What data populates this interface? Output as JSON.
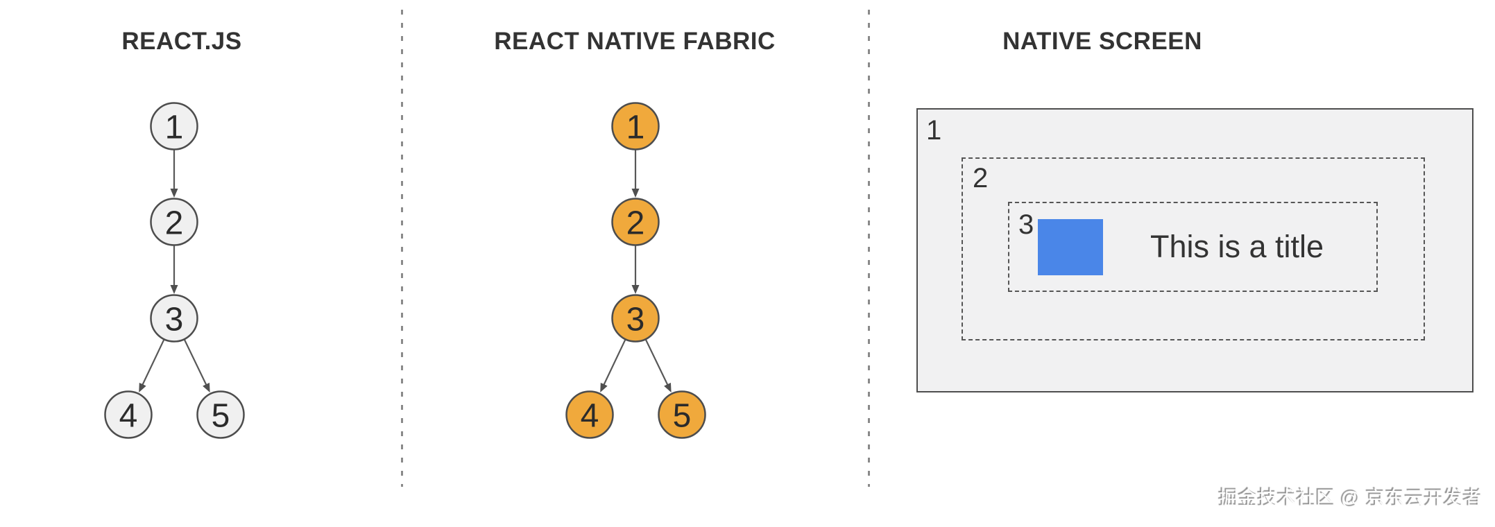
{
  "panels": [
    {
      "title": "REACT.JS",
      "node_fill": "#f0f0f0",
      "node_stroke": "#4d4d4d",
      "nodes": [
        "1",
        "2",
        "3",
        "4",
        "5"
      ],
      "edges": [
        "1→2",
        "2→3",
        "3→4",
        "3→5"
      ]
    },
    {
      "title": "REACT NATIVE FABRIC",
      "node_fill": "#f0a93c",
      "node_stroke": "#4d4d4d",
      "nodes": [
        "1",
        "2",
        "3",
        "4",
        "5"
      ],
      "edges": [
        "1→2",
        "2→3",
        "3→4",
        "3→5"
      ]
    },
    {
      "title": "NATIVE SCREEN",
      "root_label": "1",
      "container_label": "2",
      "inner_label": "3",
      "image_color": "#4a86e8",
      "title_text": "This is a title"
    }
  ],
  "watermark": "掘金技术社区 @ 京东云开发者"
}
